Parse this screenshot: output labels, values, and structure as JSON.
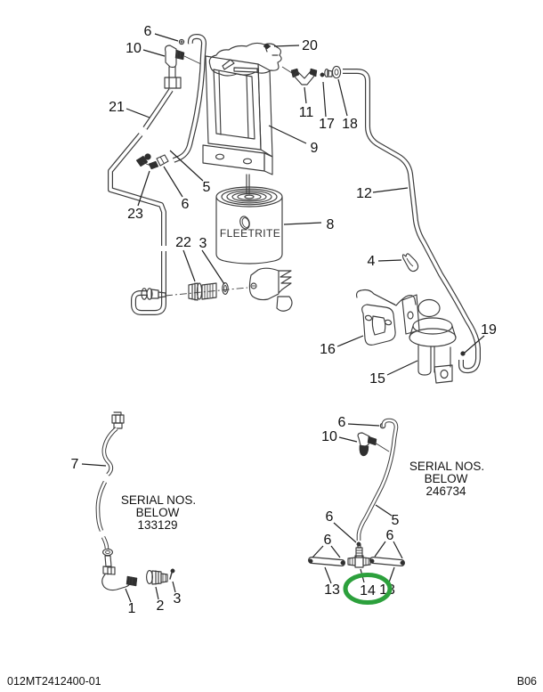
{
  "colors": {
    "line": "#3c3c3c",
    "highlight_green": "#2ca03c",
    "background": "#ffffff"
  },
  "filter": {
    "brand": "FLEETRITE"
  },
  "callouts": {
    "main_clamp_top": "6",
    "main_elbow_top": "10",
    "main_hose21": "21",
    "main_screw20": "20",
    "main_elbow11": "11",
    "main_fitting17": "17",
    "main_grommet18": "18",
    "main_bracket9": "9",
    "main_hose5": "5",
    "main_clamp_mid": "6",
    "main_tee23": "23",
    "main_filter8": "8",
    "main_fitting22": "22",
    "main_washer3": "3",
    "main_hose12": "12",
    "main_clip4": "4",
    "main_gasket16": "16",
    "main_pump15": "15",
    "main_clamp19": "19"
  },
  "inset_left": {
    "serial_line1": "SERIAL NOS.",
    "serial_line2": "BELOW",
    "serial_line3": "133129",
    "callouts": {
      "hose7": "7",
      "elbow1": "1",
      "valve2": "2",
      "screw3": "3"
    }
  },
  "inset_right": {
    "serial_line1": "SERIAL NOS.",
    "serial_line2": "BELOW",
    "serial_line3": "246734",
    "callouts": {
      "clamp_top6": "6",
      "elbow10": "10",
      "hose5": "5",
      "clamp_mid6": "6",
      "clamps_left6": "6",
      "clamps_right6": "6",
      "hose13_left": "13",
      "tee14": "14",
      "hose13_right": "13"
    },
    "highlighted_part": "14"
  },
  "footer": {
    "left": "012MT2412400-01",
    "right": "B06"
  }
}
